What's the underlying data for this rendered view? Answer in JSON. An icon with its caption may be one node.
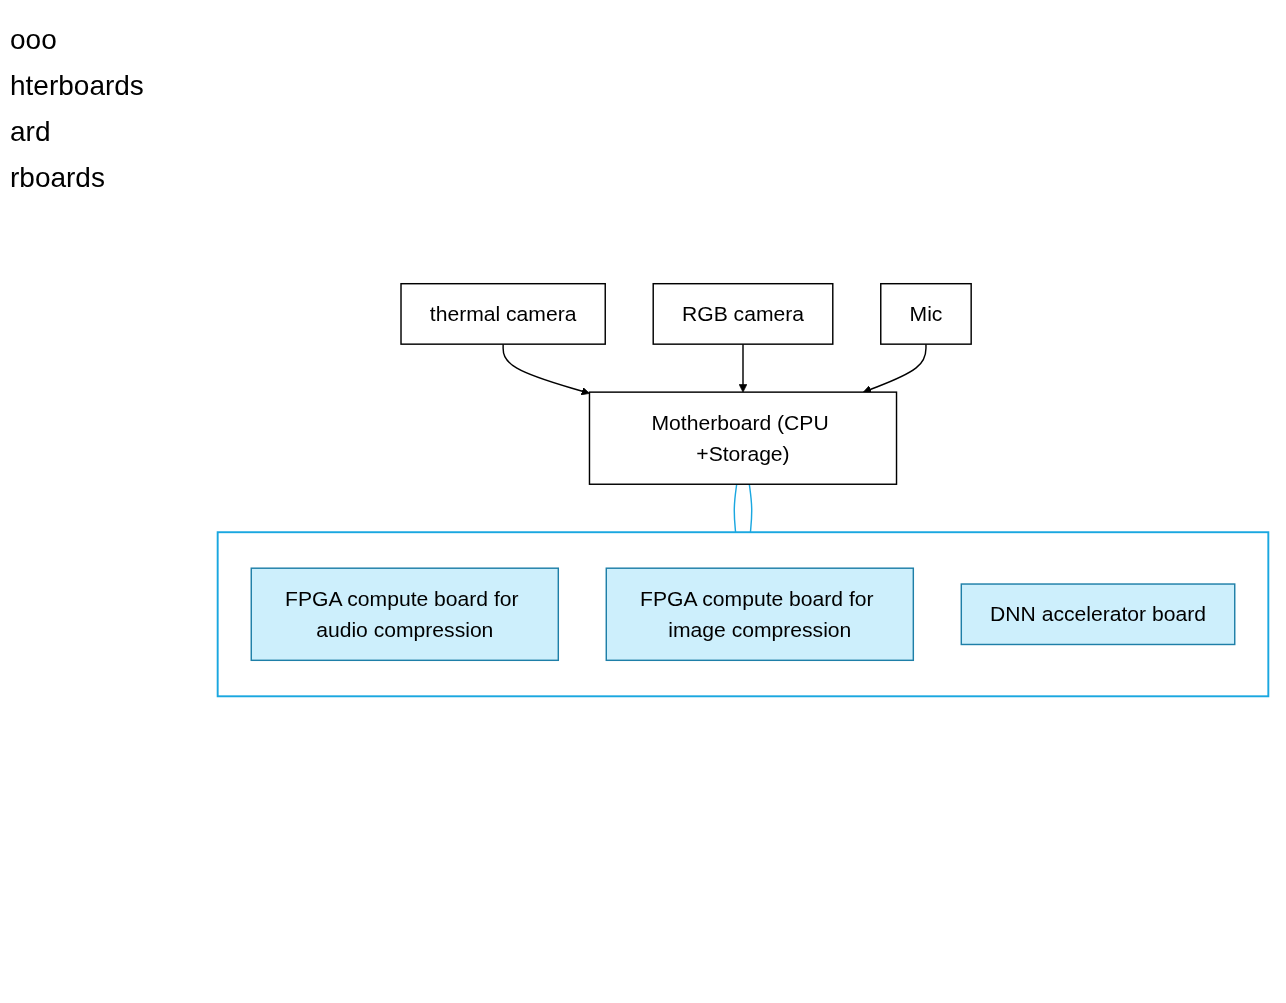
{
  "diagram": {
    "nodes": [
      {
        "text": [
          "thermal camera"
        ]
      },
      {
        "text": [
          "RGB camera"
        ]
      },
      {
        "text": [
          "Mic"
        ]
      },
      {
        "text": [
          "Motherboard (CPU +Storage)"
        ]
      },
      {
        "text": [],
        "shape": "box"
      },
      {
        "text": [
          "FPGA compute board for audio compression"
        ],
        "in": 4
      },
      {
        "text": [
          "FPGA compute board for image compression"
        ],
        "in": 4
      },
      {
        "text": [
          "DNN accelerator board"
        ],
        "in": 4
      }
    ],
    "edges": [
      {
        "from": 0,
        "to": 3,
        "arrow": "to"
      },
      {
        "from": 1,
        "to": 3,
        "arrow": "to"
      },
      {
        "from": 2,
        "to": 3,
        "arrow": "to"
      },
      {
        "from": 3,
        "to": 4,
        "arrow": "none",
        "color": "#1aa7e0"
      },
      {
        "from": 3,
        "to": 4,
        "arrow": "none",
        "color": "#1aa7e0"
      }
    ],
    "labels": [
      "ooo",
      "hterboards",
      "ard",
      "rboards"
    ]
  }
}
